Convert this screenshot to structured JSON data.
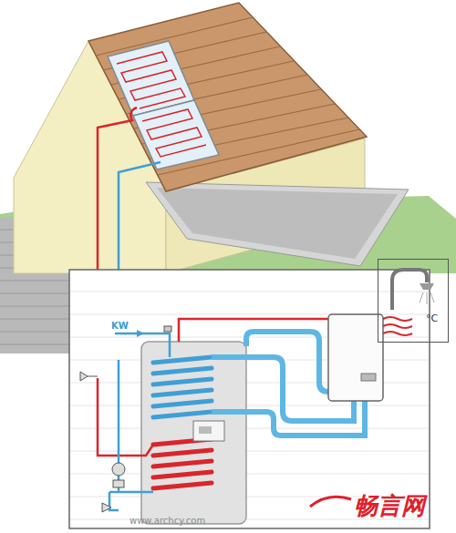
{
  "diagram": {
    "nodes": [
      {
        "text": [
          "°C"
        ]
      }
    ],
    "labels": [
      "KW",
      "畅言网",
      "www.archcy.com"
    ]
  }
}
